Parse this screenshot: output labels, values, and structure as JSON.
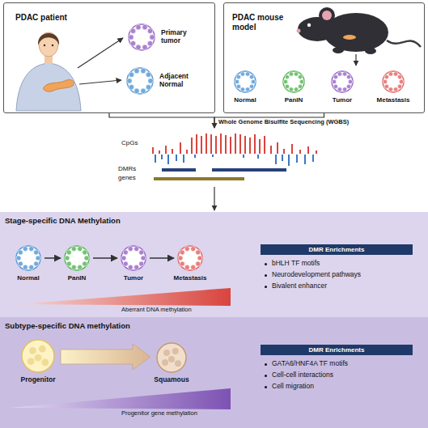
{
  "diagram": {
    "nodes": [
      {
        "text": [
          "PDAC patient"
        ]
      },
      {
        "text": [
          "Primary tumor"
        ],
        "in": 0
      },
      {
        "text": [
          "Adjacent Normal"
        ],
        "in": 0
      },
      {
        "text": [
          "PDAC mouse model"
        ]
      },
      {
        "text": [
          "Normal"
        ],
        "in": 3
      },
      {
        "text": [
          "PanIN"
        ],
        "in": 3
      },
      {
        "text": [
          "Tumor"
        ],
        "in": 3
      },
      {
        "text": [
          "Metastasis"
        ],
        "in": 3
      },
      {
        "text": [
          "CpGs",
          "DMRs",
          "genes"
        ]
      },
      {
        "text": [
          "Stage-specific DNA Methylation"
        ]
      },
      {
        "text": [
          "Normal"
        ],
        "in": 9
      },
      {
        "text": [
          "PanIN"
        ],
        "in": 9
      },
      {
        "text": [
          "Tumor"
        ],
        "in": 9
      },
      {
        "text": [
          "Metastasis"
        ],
        "in": 9
      },
      {
        "text": [
          "DMR Enrichments",
          "bHLH TF motifs",
          "Neurodevelopment pathways",
          "Bivalent enhancer"
        ],
        "in": 9
      },
      {
        "text": [
          "Subtype-specific DNA methylation"
        ]
      },
      {
        "text": [
          "Progenitor"
        ],
        "in": 15
      },
      {
        "text": [
          "Squamous"
        ],
        "in": 15
      },
      {
        "text": [
          "DMR Enrichments",
          "GATA6/HNF4A TF motifs",
          "Cell-cell interactions",
          "Cell migration"
        ],
        "in": 15
      }
    ],
    "edges": [
      {
        "from": 0,
        "to": 8,
        "arrow": "to",
        "label": "Whole Genome Bisulfite Sequencing (WGBS)"
      },
      {
        "from": 3,
        "to": 8,
        "arrow": "to"
      },
      {
        "from": 8,
        "to": 9,
        "arrow": "to"
      },
      {
        "from": 10,
        "to": 11,
        "arrow": "to"
      },
      {
        "from": 11,
        "to": 12,
        "arrow": "to"
      },
      {
        "from": 12,
        "to": 13,
        "arrow": "to"
      },
      {
        "from": 16,
        "to": 17,
        "arrow": "to"
      }
    ],
    "labels": [
      "Aberrant DNA methylation",
      "Progenitor gene methylation"
    ]
  }
}
